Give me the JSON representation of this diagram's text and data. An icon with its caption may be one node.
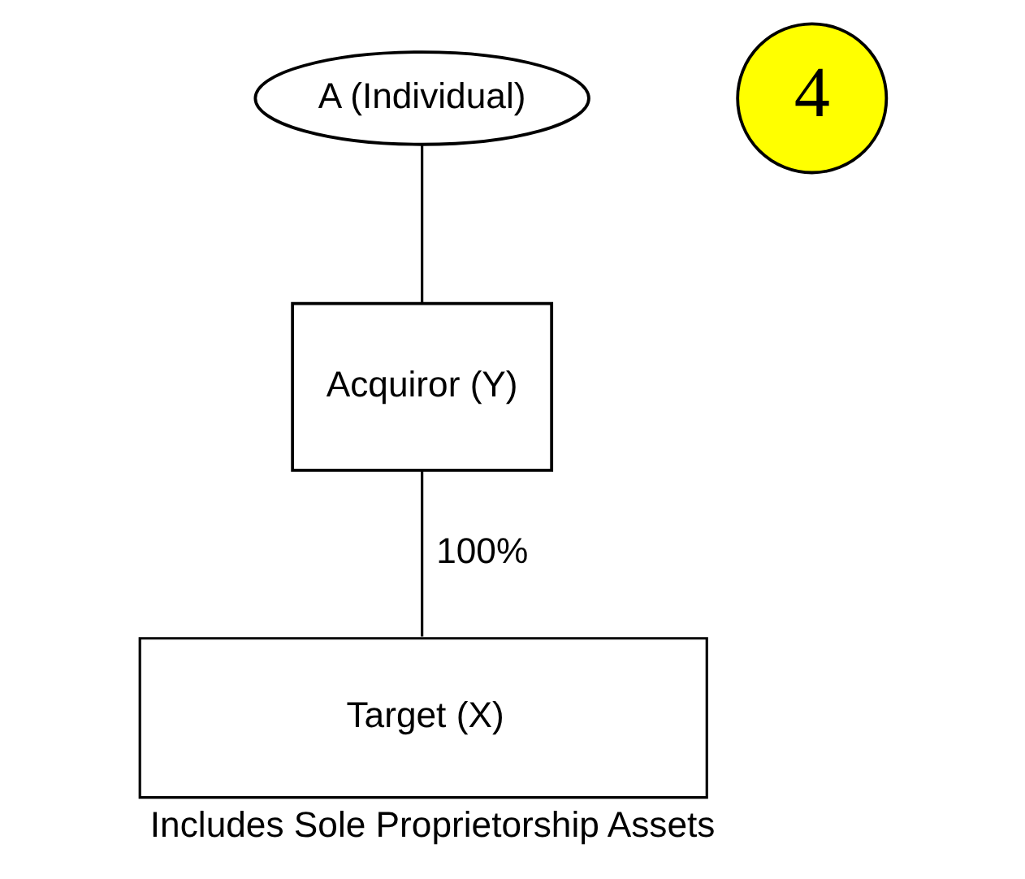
{
  "diagram": {
    "nodes": [
      {
        "text": [
          "A (Individual)"
        ]
      },
      {
        "text": [
          "Acquiror (Y)"
        ]
      },
      {
        "text": [
          "Target (X)"
        ],
        "beside": [
          "Includes Sole Proprietorship Assets"
        ]
      },
      {
        "text": [
          "4"
        ]
      }
    ],
    "edges": [
      {
        "from": 0,
        "to": 1,
        "arrow": "none"
      },
      {
        "from": 1,
        "to": 2,
        "arrow": "none",
        "label": "100%"
      }
    ]
  }
}
